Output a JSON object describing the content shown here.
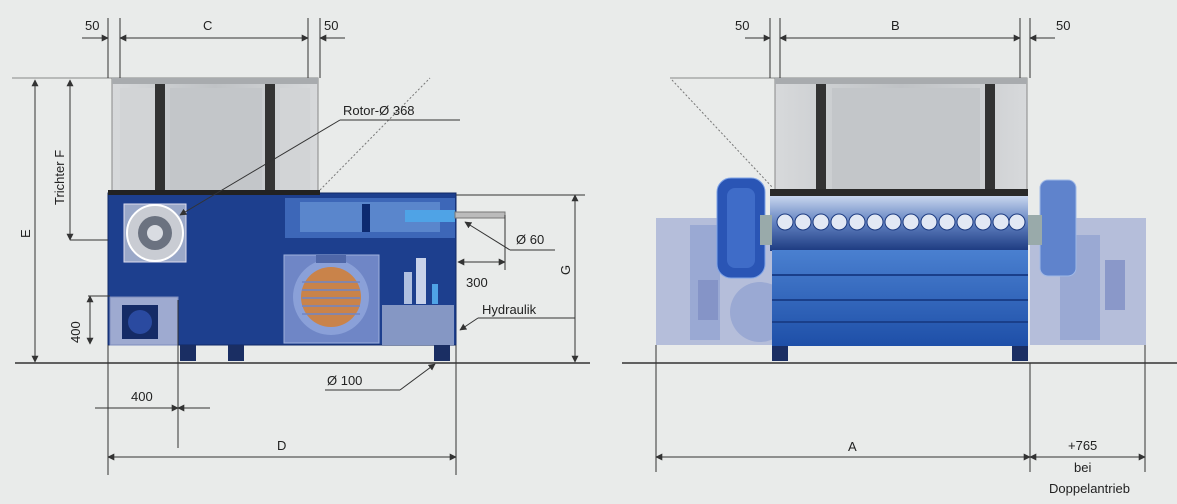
{
  "left_view": {
    "dim_c": "C",
    "dim_50_left": "50",
    "dim_50_right": "50",
    "rotor_label": "Rotor-Ø 368",
    "trichter_label": "Trichter F",
    "dim_e": "E",
    "dim_g": "G",
    "dim_60": "Ø 60",
    "dim_300": "300",
    "hydraulik": "Hydraulik",
    "dim_400_vertical": "400",
    "dim_100": "Ø 100",
    "dim_400_horizontal": "400",
    "dim_d": "D"
  },
  "right_view": {
    "dim_b": "B",
    "dim_50_left": "50",
    "dim_50_right": "50",
    "dim_a": "A",
    "extra_765": "+765",
    "extra_bei": "bei",
    "extra_doppel": "Doppelantrieb"
  },
  "colors": {
    "background": "#e9ebea",
    "machine_blue": "#1d3f8e",
    "machine_blue_light": "#3d67b8",
    "hopper_gray": "#c9cbcd",
    "dim_line": "#333333",
    "drive_translucent": "#8f9fd0"
  }
}
